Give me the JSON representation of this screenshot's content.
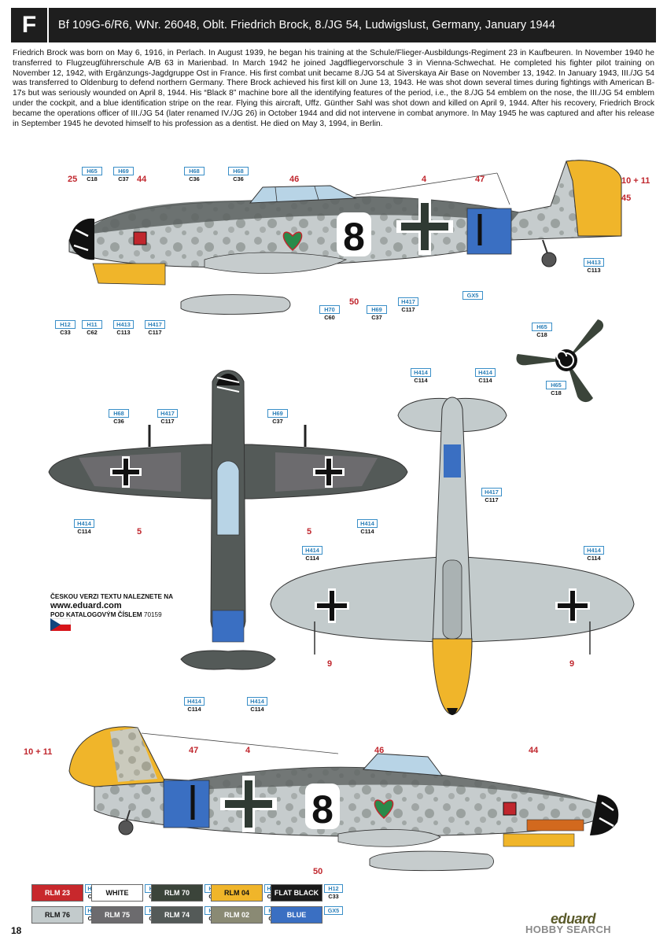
{
  "header": {
    "letter": "F",
    "title": "Bf 109G-6/R6, WNr. 26048, Oblt. Friedrich Brock, 8./JG 54, Ludwigslust, Germany, January 1944"
  },
  "bio": "Friedrich Brock was born on May 6, 1916, in Perlach. In August 1939, he began his training at the Schule/Flieger-Ausbildungs-Regiment 23 in Kaufbeuren. In November 1940 he transferred to Flugzeugführerschule A/B 63 in Marienbad. In March 1942 he joined Jagdfliegervorschule 3 in Vienna-Schwechat. He completed his fighter pilot training on November 12, 1942, with Ergänzungs-Jagdgruppe Ost in France. His first combat unit became 8./JG 54 at Siverskaya Air Base on November 13, 1942. In January 1943, III./JG 54 was transferred to Oldenburg to defend northern Germany. There Brock achieved his first kill on June 13, 1943. He was shot down several times during fightings with American B-17s but was seriously wounded on April 8, 1944. His “Black 8” machine bore all the identifying features of the period, i.e., the 8./JG 54 emblem on the nose, the III./JG 54 emblem under the cockpit, and a blue identification stripe on the rear. Flying this aircraft, Uffz. Günther Sahl was shot down and killed on April 9, 1944. After his recovery, Friedrich Brock became the operations officer of III./JG 54 (later renamed IV./JG 26) in October 1944 and did not intervene in combat anymore. In May 1945 he was captured and after his release in September 1945 he devoted himself to his profession as a dentist. He died on May 3, 1994, in Berlin.",
  "aircraft": {
    "fuselage_number": "8"
  },
  "callouts": {
    "side1": {
      "h65": [
        "H65",
        "C18"
      ],
      "h69": [
        "H69",
        "C37"
      ],
      "h68a": [
        "H68",
        "C36"
      ],
      "h68b": [
        "H68",
        "C36"
      ],
      "h413": [
        "H413",
        "C113"
      ],
      "h12": [
        "H12",
        "C33"
      ],
      "h11": [
        "H11",
        "C62"
      ],
      "h413b": [
        "H413",
        "C113"
      ],
      "h417": [
        "H417",
        "C117"
      ],
      "h70": [
        "H70",
        "C60"
      ],
      "h69b": [
        "H69",
        "C37"
      ],
      "h417b": [
        "H417",
        "C117"
      ],
      "gx5": [
        "GX5",
        ""
      ]
    },
    "prop": {
      "top": [
        "H65",
        "C18"
      ],
      "bottom": [
        "H65",
        "C18"
      ]
    },
    "top": {
      "h68": [
        "H68",
        "C36"
      ],
      "h417": [
        "H417",
        "C117"
      ],
      "h69": [
        "H69",
        "C37"
      ],
      "h414l": [
        "H414",
        "C114"
      ],
      "h414r": [
        "H414",
        "C114"
      ],
      "h414tl": [
        "H414",
        "C114"
      ],
      "h414tr": [
        "H414",
        "C114"
      ]
    },
    "bottomview": {
      "h414a": [
        "H414",
        "C114"
      ],
      "h414b": [
        "H414",
        "C114"
      ],
      "h417": [
        "H417",
        "C117"
      ],
      "h414l": [
        "H414",
        "C114"
      ],
      "h414r": [
        "H414",
        "C114"
      ]
    }
  },
  "numbers": {
    "n25": "25",
    "n44": "44",
    "n46": "46",
    "n4": "4",
    "n47": "47",
    "n1011": "10 + 11",
    "n45": "45",
    "n50": "50",
    "top5l": "5",
    "top5r": "5",
    "bot9l": "9",
    "bot9r": "9",
    "s2_1011": "10 + 11",
    "s2_47": "47",
    "s2_4": "4",
    "s2_46": "46",
    "s2_44": "44",
    "s2_50": "50"
  },
  "czech_note": {
    "line1": "ČESKOU VERZI TEXTU NALEZNETE NA",
    "line2": "www.eduard.com",
    "line3": "POD KATALOGOVÝM ČÍSLEM",
    "catalog": "70159"
  },
  "legend": [
    {
      "name": "RLM 23",
      "h": "H414",
      "c": "C114",
      "color": "#c8282c",
      "text": "#ffffff"
    },
    {
      "name": "WHITE",
      "h": "H11",
      "c": "C62",
      "color": "#ffffff",
      "text": "#111111"
    },
    {
      "name": "RLM 70",
      "h": "H65",
      "c": "C18",
      "color": "#3b443a",
      "text": "#ffffff"
    },
    {
      "name": "RLM 04",
      "h": "H413",
      "c": "C113",
      "color": "#f0b52a",
      "text": "#111111"
    },
    {
      "name": "FLAT BLACK",
      "h": "H12",
      "c": "C33",
      "color": "#1a1a1a",
      "text": "#ffffff"
    },
    {
      "name": "RLM 76",
      "h": "H417",
      "c": "C117",
      "color": "#c3cbcc",
      "text": "#111111"
    },
    {
      "name": "RLM 75",
      "h": "H69",
      "c": "C37",
      "color": "#6c6b6e",
      "text": "#ffffff"
    },
    {
      "name": "RLM 74",
      "h": "H68",
      "c": "C36",
      "color": "#545a58",
      "text": "#ffffff"
    },
    {
      "name": "RLM 02",
      "h": "H70",
      "c": "C60",
      "color": "#8a8a74",
      "text": "#ffffff"
    },
    {
      "name": "BLUE",
      "h": "GX5",
      "c": "",
      "color": "#3a6fc2",
      "text": "#ffffff"
    }
  ],
  "footer": {
    "page": "18",
    "brand": "eduard",
    "watermark": "HOBBY SEARCH"
  },
  "colors": {
    "rlm74": "#545a58",
    "rlm75": "#6c6b6e",
    "rlm76": "#c3cbcc",
    "rlm04": "#f0b52a",
    "blue": "#3a6fc2"
  }
}
